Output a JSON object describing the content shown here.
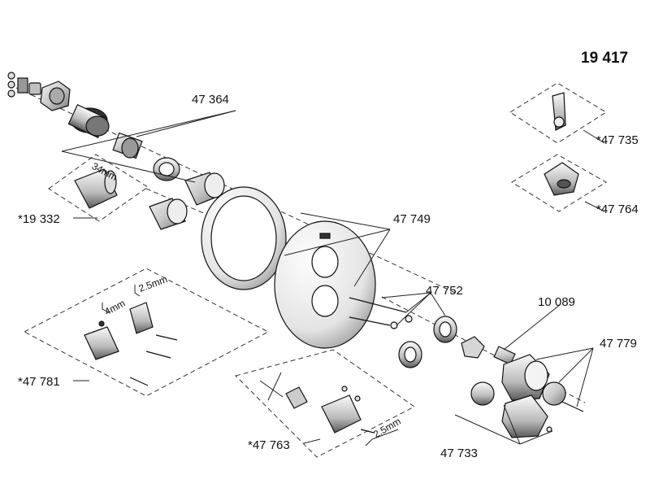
{
  "title": "19 417",
  "labels": {
    "p47364": "47 364",
    "p19332": "*19 332",
    "p34mm": "34mm",
    "p47749": "47 749",
    "p47752": "47 752",
    "p47735": "*47 735",
    "p47764": "*47 764",
    "p47781": "*47 781",
    "p4mm": "4mm",
    "p25mm_a": "2.5mm",
    "p10089": "10 089",
    "p47779": "47 779",
    "p47763": "*47 763",
    "p25mm_b": "2.5mm",
    "p47733": "47 733"
  },
  "colors": {
    "line": "#222222",
    "metal_light": "#e8e8e8",
    "metal_mid": "#bdbdbd",
    "metal_dark": "#6a6a6a"
  }
}
